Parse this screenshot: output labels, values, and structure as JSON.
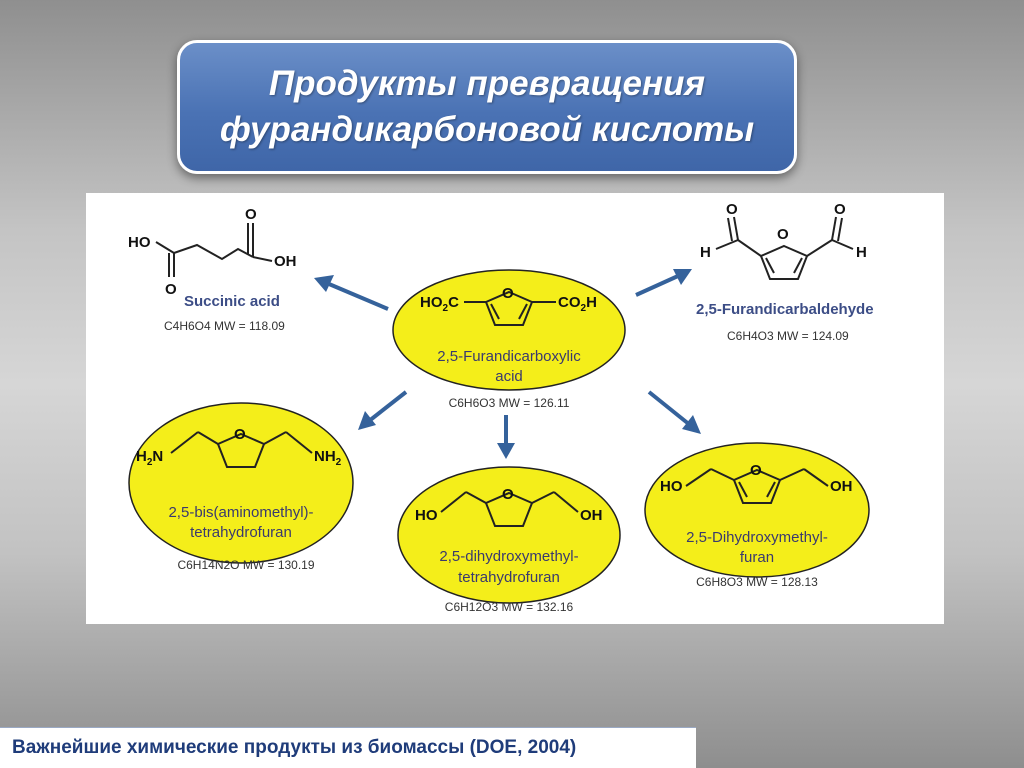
{
  "title": {
    "line1": "Продукты превращения",
    "line2": "фурандикарбоновой кислоты"
  },
  "footer": {
    "text": "Важнейшие химические продукты из биомассы (DOE, 2004)"
  },
  "diagram": {
    "arrow_color": "#35629b",
    "oval_color": "#f4ee1a",
    "center": {
      "name_line1": "2,5-Furandicarboxylic",
      "name_line2": "acid",
      "formula": "C6H6O3 MW = 126.11",
      "atoms": {
        "left": "HO2C",
        "right": "CO2H",
        "ring_o": "O"
      }
    },
    "succinic": {
      "name": "Succinic acid",
      "formula": "C4H6O4 MW = 118.09",
      "atoms": {
        "ho": "HO",
        "oh": "OH",
        "o_top": "O",
        "o_bottom": "O"
      }
    },
    "dialdehyde": {
      "name": "2,5-Furandicarbaldehyde",
      "formula": "C6H4O3 MW = 124.09",
      "atoms": {
        "o_left": "O",
        "o_right": "O",
        "ring_o": "O",
        "h_left": "H",
        "h_right": "H"
      }
    },
    "bisamine": {
      "name_line1": "2,5-bis(aminomethyl)-",
      "name_line2": "tetrahydrofuran",
      "formula": "C6H14N2O MW = 130.19",
      "atoms": {
        "left": "H2N",
        "right": "NH2",
        "ring_o": "O"
      }
    },
    "thf_diol": {
      "name_line1": "2,5-dihydroxymethyl-",
      "name_line2": "tetrahydrofuran",
      "formula": "C6H12O3 MW = 132.16",
      "atoms": {
        "left": "HO",
        "right": "OH",
        "ring_o": "O"
      }
    },
    "furan_diol": {
      "name_line1": "2,5-Dihydroxymethyl-",
      "name_line2": "furan",
      "formula": "C6H8O3 MW = 128.13",
      "atoms": {
        "left": "HO",
        "right": "OH",
        "ring_o": "O"
      }
    }
  }
}
